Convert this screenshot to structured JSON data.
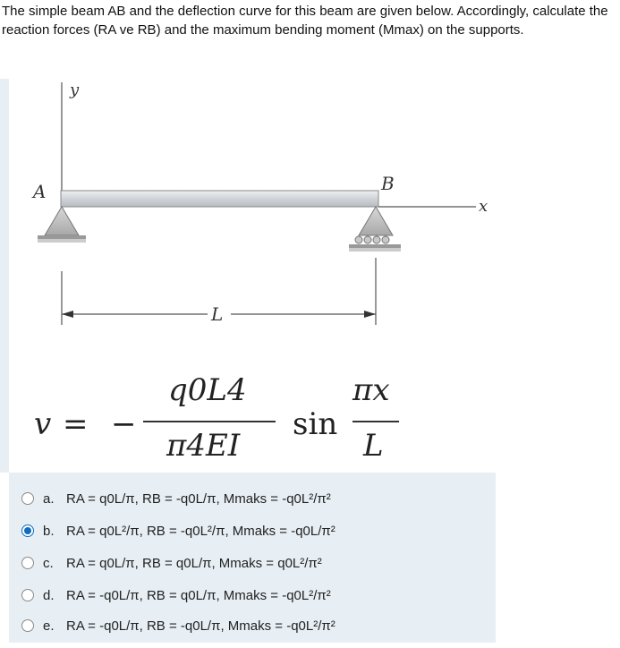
{
  "question": {
    "text": "The simple beam AB and the deflection curve for this beam are given below. Accordingly, calculate the reaction forces (RA ve RB) and the maximum bending moment (Mmax) on the supports."
  },
  "figure": {
    "label_y": "y",
    "label_x": "x",
    "label_A": "A",
    "label_B": "B",
    "label_L": "L"
  },
  "equation": {
    "lhs": "v",
    "equals": "=",
    "minus": "−",
    "numerator": "q0L4",
    "denominator": "π4EI",
    "sin": "sin",
    "arg_numerator": "πx",
    "arg_denominator": "L"
  },
  "options": [
    {
      "letter": "a.",
      "text": "RA = q0L/π, RB = -q0L/π, Mmaks = -q0L²/π²",
      "selected": false
    },
    {
      "letter": "b.",
      "text": "RA = q0L²/π, RB = -q0L²/π, Mmaks = -q0L/π²",
      "selected": true
    },
    {
      "letter": "c.",
      "text": "RA = q0L/π, RB = q0L/π, Mmaks = q0L²/π²",
      "selected": false
    },
    {
      "letter": "d.",
      "text": "RA = -q0L/π, RB = q0L/π, Mmaks = -q0L²/π²",
      "selected": false
    },
    {
      "letter": "e.",
      "text": "RA = -q0L/π, RB = -q0L/π, Mmaks = -q0L²/π²",
      "selected": false
    }
  ],
  "colors": {
    "panel_bg": "#e7eff5",
    "radio_selected": "#0f6cbf",
    "beam_fill": "#d4d8dc"
  }
}
